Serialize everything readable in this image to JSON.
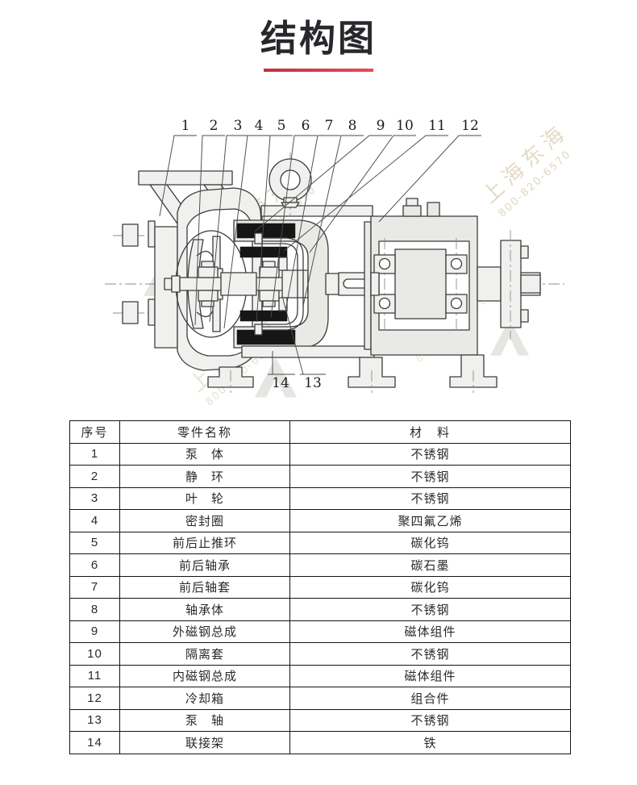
{
  "page": {
    "title": "结构图"
  },
  "theme": {
    "accent_red": "#d93a4e",
    "line_color": "#3c3c3c",
    "magnet_black": "#161616"
  },
  "diagram": {
    "watermark": {
      "company": "上海东海",
      "phone": "800-820-6570"
    },
    "callouts_top": [
      "1",
      "2",
      "3",
      "4",
      "5",
      "6",
      "7",
      "8",
      "9",
      "10",
      "11",
      "12"
    ],
    "callout_14": "14",
    "callout_13": "13"
  },
  "table": {
    "headers": {
      "no": "序号",
      "name": "零件名称",
      "material": "材　料"
    },
    "rows": [
      {
        "no": "1",
        "name": "泵　体",
        "material": "不锈钢"
      },
      {
        "no": "2",
        "name": "静　环",
        "material": "不锈钢"
      },
      {
        "no": "3",
        "name": "叶　轮",
        "material": "不锈钢"
      },
      {
        "no": "4",
        "name": "密封圈",
        "material": "聚四氟乙烯"
      },
      {
        "no": "5",
        "name": "前后止推环",
        "material": "碳化钨"
      },
      {
        "no": "6",
        "name": "前后轴承",
        "material": "碳石墨"
      },
      {
        "no": "7",
        "name": "前后轴套",
        "material": "碳化钨"
      },
      {
        "no": "8",
        "name": "轴承体",
        "material": "不锈钢"
      },
      {
        "no": "9",
        "name": "外磁钢总成",
        "material": "磁体组件"
      },
      {
        "no": "10",
        "name": "隔离套",
        "material": "不锈钢"
      },
      {
        "no": "11",
        "name": "内磁钢总成",
        "material": "磁体组件"
      },
      {
        "no": "12",
        "name": "冷却箱",
        "material": "组合件"
      },
      {
        "no": "13",
        "name": "泵　轴",
        "material": "不锈钢"
      },
      {
        "no": "14",
        "name": "联接架",
        "material": "铁"
      }
    ]
  }
}
